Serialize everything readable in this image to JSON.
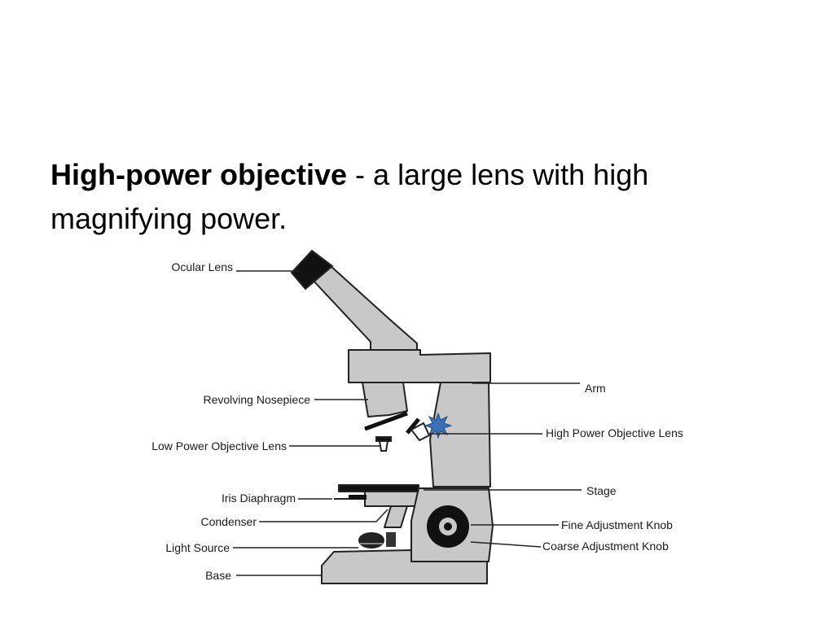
{
  "slide": {
    "term": "High-power objective",
    "definition": " - a large lens with high magnifying power."
  },
  "diagram": {
    "labels": {
      "ocular_lens": "Ocular Lens",
      "revolving_nosepiece": "Revolving Nosepiece",
      "low_power_objective_lens": "Low Power Objective Lens",
      "iris_diaphragm": "Iris Diaphragm",
      "condenser": "Condenser",
      "light_source": "Light Source",
      "base": "Base",
      "arm": "Arm",
      "high_power_objective_lens": "High Power Objective Lens",
      "stage": "Stage",
      "fine_adjustment_knob": "Fine Adjustment Knob",
      "coarse_adjustment_knob": "Coarse Adjustment Knob"
    },
    "colors": {
      "body": "#c8c8c8",
      "outline": "#222222",
      "eyepiece": "#111111",
      "highlight_star": "#3d6fb4"
    }
  }
}
